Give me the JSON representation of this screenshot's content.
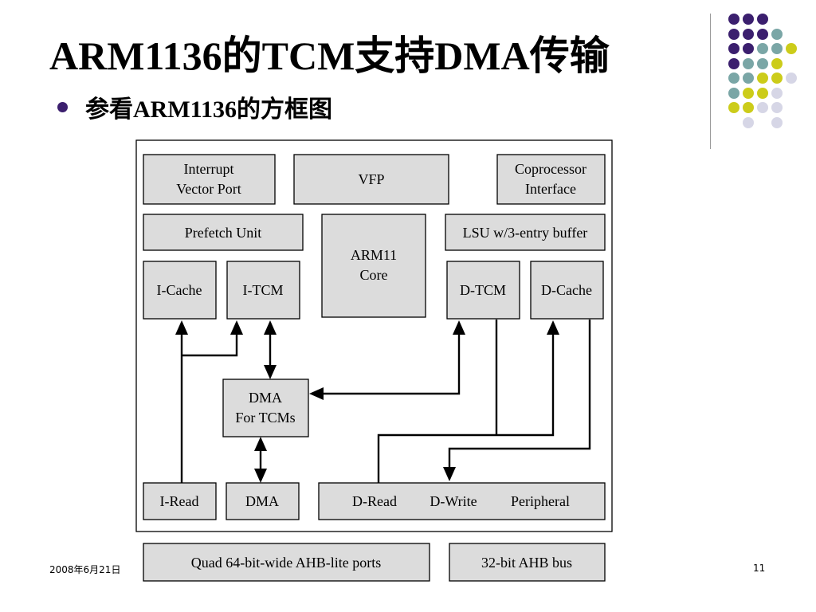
{
  "slide": {
    "title": "ARM1136的TCM支持DMA传输",
    "bullet": "参看ARM1136的方框图",
    "footer_date": "2008年6月21日",
    "page_number": "11"
  },
  "colors": {
    "purple": "#3b1f6e",
    "teal": "#7aa6a6",
    "lime": "#cccc1a",
    "lavender": "#d6d6e6",
    "block_fill": "#dcdcdc"
  },
  "diagram": {
    "blocks": {
      "interrupt_vector_port": [
        "Interrupt",
        "Vector Port"
      ],
      "vfp": [
        "VFP"
      ],
      "coprocessor_interface": [
        "Coprocessor",
        "Interface"
      ],
      "prefetch_unit": [
        "Prefetch Unit"
      ],
      "arm11_core": [
        "ARM11",
        "Core"
      ],
      "lsu": [
        "LSU w/3-entry buffer"
      ],
      "i_cache": [
        "I-Cache"
      ],
      "i_tcm": [
        "I-TCM"
      ],
      "d_tcm": [
        "D-TCM"
      ],
      "d_cache": [
        "D-Cache"
      ],
      "dma_for_tcms": [
        "DMA",
        "For TCMs"
      ],
      "i_read": [
        "I-Read"
      ],
      "dma_port": [
        "DMA"
      ],
      "d_read": [
        "D-Read"
      ],
      "d_write": [
        "D-Write"
      ],
      "peripheral": [
        "Peripheral"
      ],
      "quad_ahb_ports": [
        "Quad 64-bit-wide AHB-lite ports"
      ],
      "ahb_bus_32": [
        "32-bit AHB bus"
      ]
    }
  }
}
